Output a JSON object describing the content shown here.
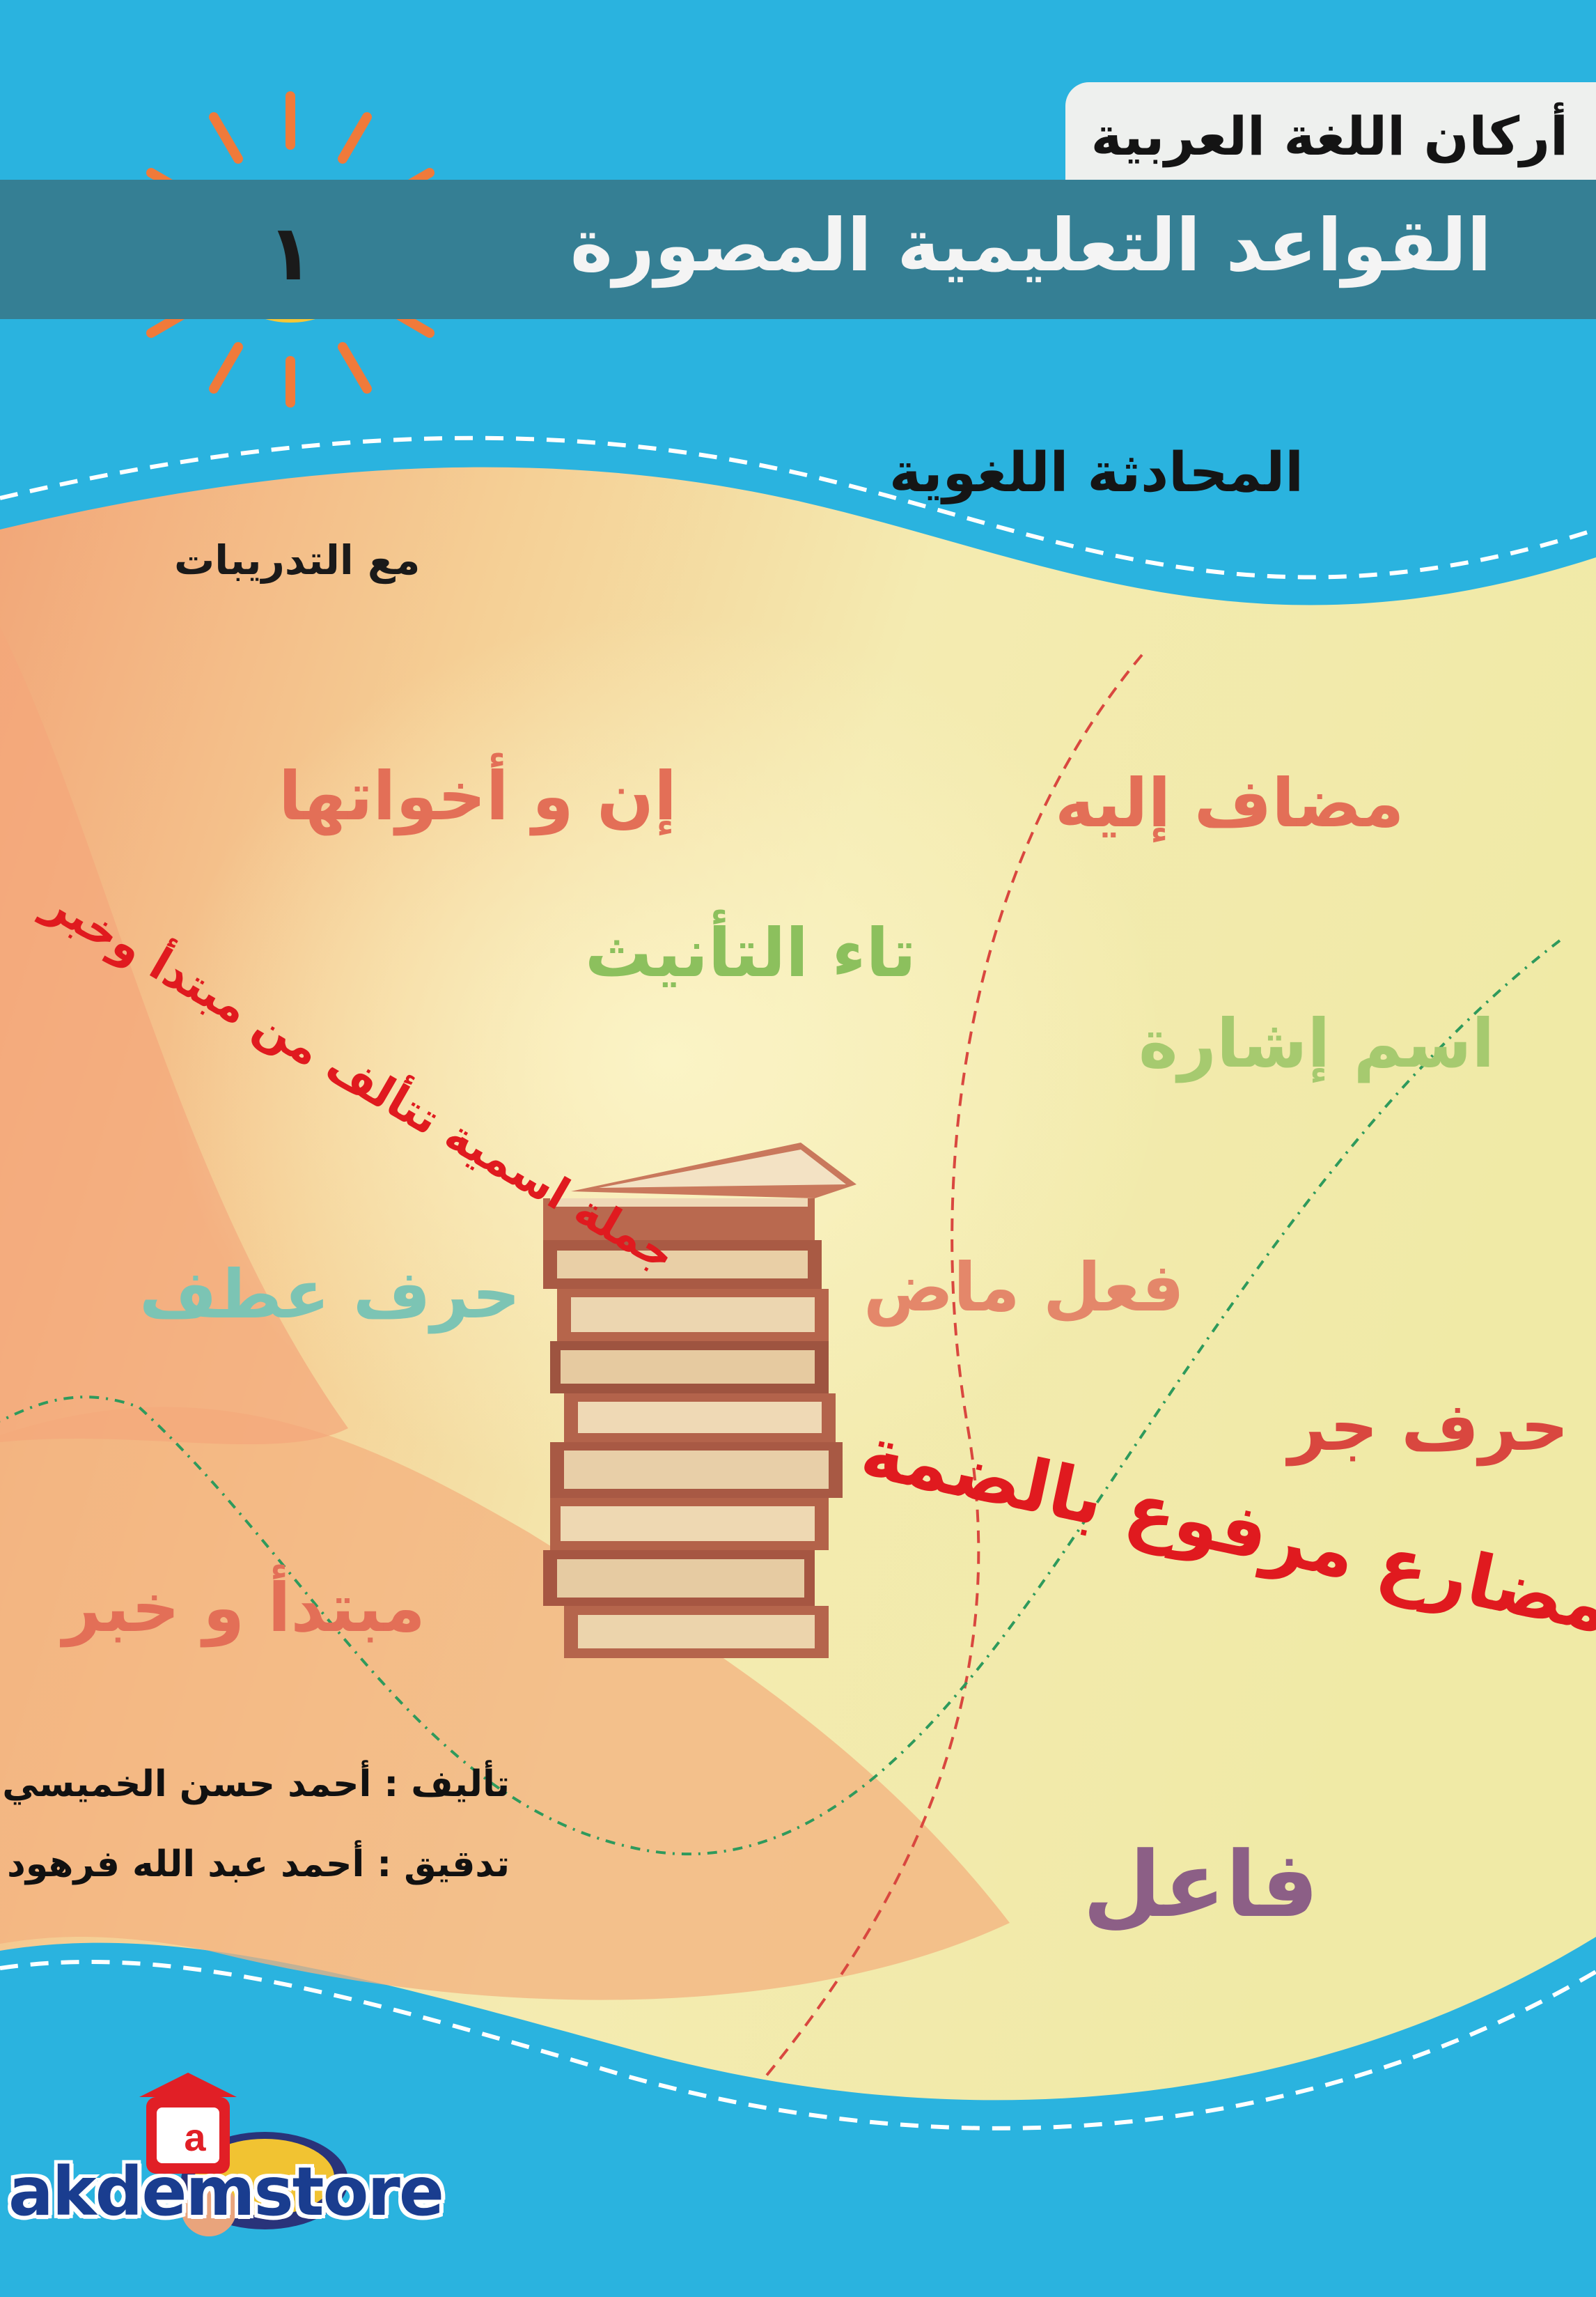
{
  "cover": {
    "series_name": "أركان اللغة العربية",
    "book_title": "القواعد التعليمية المصورة",
    "volume_number": "١",
    "subtitle": "المحادثة اللغوية",
    "with_exercises": "مع التدريبات"
  },
  "terms": {
    "inna": "إن و أخواتها",
    "mudaf": "مضاف إليه",
    "taa": "تاء التأنيث",
    "ism_ishara": "اسم إشارة",
    "fiil_madi": "فعل ماض",
    "harf_atf": "حرف عطف",
    "harf_jarr": "حرف جر",
    "mubtada_khabar": "مبتدأ و خبر",
    "fiil_mudari": "فعل مضارع مرفوع بالضمة",
    "fail": "فاعل",
    "jumla": "جملة اسمية تتألف من مبتدأ وخبر"
  },
  "credits": {
    "author": "تأليف : أحمد حسن الخميسي",
    "reviewer": "تدقيق : أحمد عبد الله فرهود"
  },
  "store": {
    "logo_text": "akdemstore",
    "badge_letter": "a"
  },
  "colors": {
    "sky_blue": "#2ab3df",
    "band_teal": "#357f94",
    "cream": "#f2ecaa",
    "peach": "#f3b27f",
    "red_text": "#e01a1f"
  }
}
